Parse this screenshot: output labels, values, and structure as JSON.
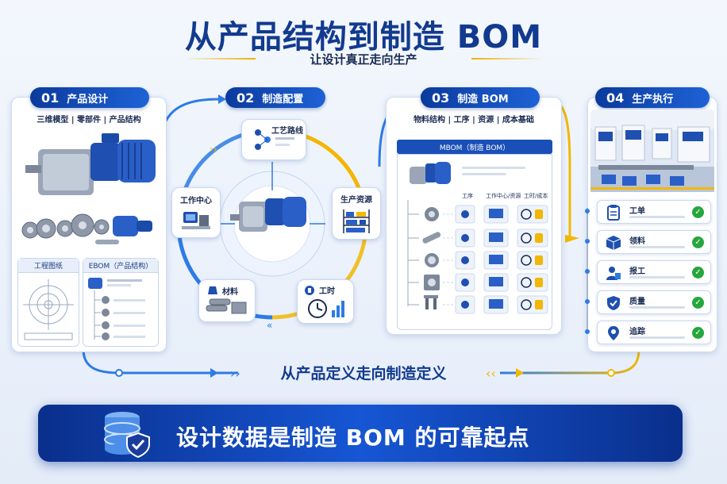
{
  "header": {
    "title": "从产品结构到制造 BOM",
    "subtitle": "让设计真正走向生产"
  },
  "steps": [
    {
      "num": "01",
      "label": "产品设计",
      "tagline": "三维模型 | 零部件 | 产品结构"
    },
    {
      "num": "02",
      "label": "制造配置",
      "tagline": ""
    },
    {
      "num": "03",
      "label": "制造 BOM",
      "tagline": "物料结构 | 工序 | 资源 | 成本基础"
    },
    {
      "num": "04",
      "label": "生产执行",
      "tagline": ""
    }
  ],
  "design": {
    "drawing_label": "工程图纸",
    "ebom_label": "EBOM（产品结构）"
  },
  "config": {
    "nodes": [
      {
        "key": "route",
        "label": "工艺路线",
        "icon": "process-route-icon"
      },
      {
        "key": "workcenter",
        "label": "工作中心",
        "icon": "workstation-icon"
      },
      {
        "key": "resources",
        "label": "生产资源",
        "icon": "shelf-icon"
      },
      {
        "key": "material",
        "label": "材料",
        "icon": "material-bars-icon"
      },
      {
        "key": "hours",
        "label": "工时",
        "icon": "clock-icon"
      }
    ]
  },
  "mbom": {
    "header": "MBOM（制造 BOM）",
    "columns": [
      "工序",
      "工作中心/资源",
      "工时/成本"
    ]
  },
  "execution": {
    "tasks": [
      {
        "label": "工单",
        "icon": "clipboard-icon"
      },
      {
        "label": "领料",
        "icon": "box-icon"
      },
      {
        "label": "报工",
        "icon": "worker-icon"
      },
      {
        "label": "质量",
        "icon": "shield-check-icon"
      },
      {
        "label": "追踪",
        "icon": "location-pin-icon"
      }
    ]
  },
  "flow": {
    "bottom_text": "从产品定义走向制造定义"
  },
  "banner": {
    "text": "设计数据是制造 BOM 的可靠起点",
    "icon": "database-shield-icon"
  },
  "colors": {
    "primary": "#123a8e",
    "accent_blue": "#1e62d6",
    "accent_yellow": "#f2b705",
    "check_green": "#26a63d"
  }
}
